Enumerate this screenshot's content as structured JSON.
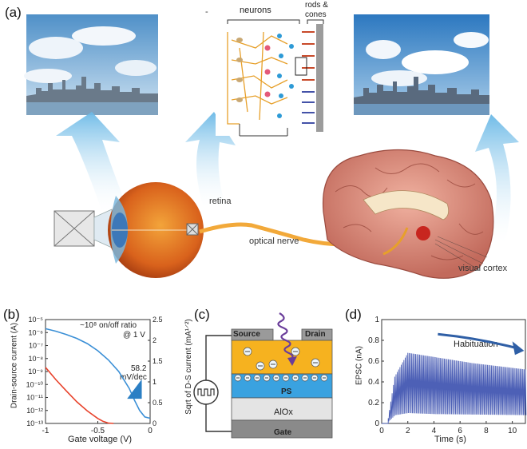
{
  "panels": {
    "a": {
      "letter": "(a)",
      "retina_diagram": {
        "label_neurons": "neurons",
        "label_rods": "rods &",
        "label_cones": "cones",
        "dash": "-"
      },
      "label_retina": "retina",
      "label_optical_nerve": "optical nerve",
      "label_visual_cortex": "visual cortex"
    },
    "b": {
      "letter": "(b)",
      "annotation_ratio": "~10⁸ on/off ratio",
      "annotation_voltage": "@ 1 V",
      "annotation_slope_value": "58.2",
      "annotation_slope_unit": "mV/dec",
      "ylabel_left": "Drain-source current (A)",
      "ylabel_right": "Sqrt of D-S current (mA¹⸍²)",
      "xlabel": "Gate voltage (V)",
      "colors": {
        "log_curve": "#3a8fd6",
        "sqrt_curve": "#e8432c",
        "slope_marker": "#2b7fc4"
      }
    },
    "c": {
      "letter": "(c)",
      "label_source": "Source",
      "label_drain": "Drain",
      "label_ps": "PS",
      "label_aiox": "AlOx",
      "label_gate": "Gate",
      "colors": {
        "semiconductor": "#f6b21f",
        "ps": "#3aa2e0",
        "aiox": "#e4e4e4",
        "gate": "#8a8a8a",
        "contacts": "#9a9a9a",
        "photon": "#6a3d9a"
      }
    },
    "d": {
      "letter": "(d)",
      "annotation": "Habituation",
      "ylabel": "EPSC (nA)",
      "xlabel": "Time (s)",
      "colors": {
        "trace": "#3a4fae",
        "arrow": "#2f5fa6"
      }
    }
  },
  "chart_data": [
    {
      "type": "line",
      "panel": "b",
      "xlabel": "Gate voltage (V)",
      "ylabel": "Drain-source current (A)",
      "ylabel_right": "Sqrt of D-S current (mA¹⸍²)",
      "xlim": [
        -1,
        0
      ],
      "ylim_log_exponent": [
        -13,
        -5
      ],
      "ylim_right": [
        0,
        2.5
      ],
      "x_ticks": [
        "-1",
        "-0.5",
        "0"
      ],
      "y_ticks": [
        "10⁻⁵",
        "10⁻⁶",
        "10⁻⁷",
        "10⁻⁸",
        "10⁻⁹",
        "10⁻¹⁰",
        "10⁻¹¹",
        "10⁻¹²",
        "10⁻¹³"
      ],
      "y_ticks_right": [
        "0",
        "0.5",
        "1",
        "1.5",
        "2",
        "2.5"
      ],
      "series": [
        {
          "axis": "left-log",
          "x": [
            -1.0,
            -0.9,
            -0.8,
            -0.7,
            -0.6,
            -0.5,
            -0.4,
            -0.3,
            -0.2,
            -0.15,
            -0.1,
            -0.05,
            0.0
          ],
          "log10_y": [
            -5.7,
            -5.9,
            -6.15,
            -6.45,
            -6.85,
            -7.4,
            -8.1,
            -9.0,
            -10.3,
            -11.2,
            -12.0,
            -12.5,
            -12.6
          ]
        },
        {
          "axis": "right",
          "x": [
            -1.0,
            -0.9,
            -0.8,
            -0.7,
            -0.6,
            -0.5,
            -0.45,
            -0.4,
            -0.35
          ],
          "values": [
            1.35,
            1.05,
            0.78,
            0.52,
            0.3,
            0.12,
            0.05,
            0.01,
            0.0
          ]
        }
      ]
    },
    {
      "type": "line",
      "panel": "d",
      "xlabel": "Time (s)",
      "ylabel": "EPSC (nA)",
      "xlim": [
        0,
        11
      ],
      "ylim": [
        0,
        1
      ],
      "x_ticks": [
        "0",
        "2",
        "4",
        "6",
        "8",
        "10"
      ],
      "y_ticks": [
        "0",
        "0.2",
        "0.4",
        "0.6",
        "0.8",
        "1"
      ],
      "pulse_train": {
        "start_s": 0.5,
        "pulse_period_s": 0.1,
        "peak_envelope": {
          "t": [
            0.5,
            1.0,
            2.0,
            3.0,
            5.0,
            7.0,
            9.0,
            11.0
          ],
          "peak": [
            0.05,
            0.45,
            0.68,
            0.66,
            0.62,
            0.58,
            0.55,
            0.52
          ]
        },
        "baseline_envelope": {
          "t": [
            0.5,
            1.0,
            2.0,
            4.0,
            11.0
          ],
          "low": [
            0.02,
            0.08,
            0.1,
            0.09,
            0.08
          ]
        }
      }
    }
  ]
}
